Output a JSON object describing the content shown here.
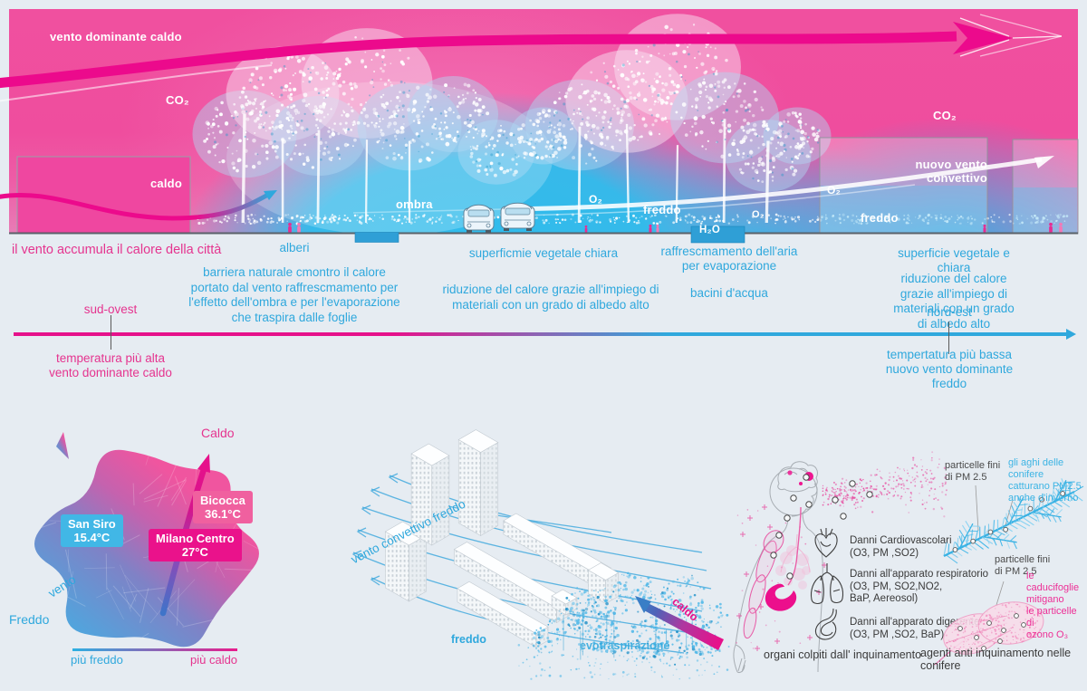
{
  "colors": {
    "magenta": "#ec0f8c",
    "pink_text": "#e5348f",
    "blue_text": "#2fa8dd",
    "cyan": "#2fbcec",
    "badge_blue": "#41b7e6",
    "badge_pink_light": "#f0609f",
    "badge_pink": "#ea128b",
    "background": "#e4ebf1"
  },
  "sky": {
    "wind_band_label": "vento dominante caldo",
    "co2_left": "CO₂",
    "building_caldo": "caldo",
    "ombra": "ombra",
    "o2_trees": "O₂",
    "freddo_trees": "freddo",
    "h2o": "H₂O",
    "o2_small_tree": "O₂",
    "o2_building": "O₂",
    "co2_right": "CO₂",
    "nuovo_vento": "nuovo vento\nconvettivo",
    "freddo_right": "freddo"
  },
  "legend": {
    "col1_title": "il vento accumula il calore della città",
    "col2_title": "alberi",
    "col2_desc": "barriera naturale cmontro il calore\nportato dal vento raffrescmamento per\nl'effetto dell'ombra e per l'evaporazione\nche traspira dalle foglie",
    "col3_title": "superficmie vegetale chiara",
    "col3_desc": "riduzione del calore grazie all'impiego di\nmateriali con un grado di albedo alto",
    "col4_title": "raffrescmamento dell'aria\nper evaporazione",
    "col4_desc": "bacini d'acqua",
    "col5_title": "superficie vegetale e chiara",
    "col5_desc": "riduzione del calore grazie all'impiego di\nmateriali con un grado di albedo alto",
    "axis_left_region": "sud-ovest",
    "axis_left_note": "temperatura più alta\nvento dominante caldo",
    "axis_right_region": "nord-est",
    "axis_right_note": "tempertatura più bassa\nnuovo vento dominante freddo"
  },
  "map": {
    "hot_label": "Caldo",
    "cold_label": "Freddo",
    "wind_label": "vento",
    "stations": [
      {
        "name": "San Siro",
        "temp": "15.4°C"
      },
      {
        "name": "Bicocca",
        "temp": "36.1°C"
      },
      {
        "name": "Milano Centro",
        "temp": "27°C"
      }
    ],
    "scale_cold": "più freddo",
    "scale_hot": "più caldo"
  },
  "city": {
    "wind_label": "vento convettivo freddo",
    "cold_label": "freddo",
    "evap_label": "evotraspirazione",
    "hot_label": "caldo"
  },
  "health": {
    "organs": [
      {
        "name": "Danni Cardiovascolari",
        "agents": "(O3, PM ,SO2)"
      },
      {
        "name": "Danni all'apparato respiratorio",
        "agents": "(O3, PM, SO2,NO2,\nBaP, Aereosol)"
      },
      {
        "name": "Danni all'apparato digerente",
        "agents": "(O3, PM ,SO2, BaP)"
      }
    ],
    "caption": "organi colpiti dall' inquinamento"
  },
  "conifer": {
    "pm_label_top": "particelle fini\ndi PM 2.5",
    "needles_note": "gli aghi delle conifere\ncatturano PM2.5\nanche d'inverno",
    "pm_label_bottom": "particelle fini\ndi PM 2.5",
    "leaves_note": "le caducifoglie\nmitigano\nle particelle di\nozono O₃",
    "caption": "agenti anti inquinamento nelle conifere"
  }
}
